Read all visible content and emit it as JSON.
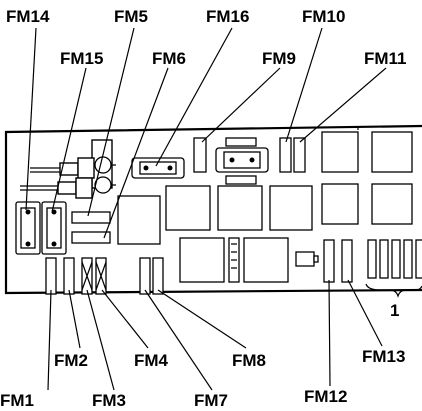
{
  "diagram": {
    "labels": {
      "fm1": "FM1",
      "fm2": "FM2",
      "fm3": "FM3",
      "fm4": "FM4",
      "fm5": "FM5",
      "fm6": "FM6",
      "fm7": "FM7",
      "fm8": "FM8",
      "fm9": "FM9",
      "fm10": "FM10",
      "fm11": "FM11",
      "fm12": "FM12",
      "fm13": "FM13",
      "fm14": "FM14",
      "fm15": "FM15",
      "fm16": "FM16",
      "group_1": "1"
    }
  }
}
